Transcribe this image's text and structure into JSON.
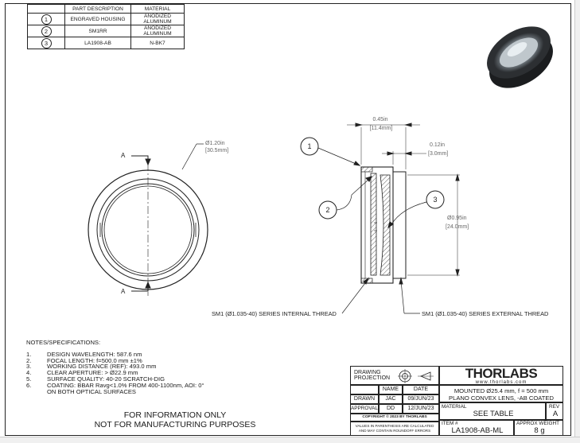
{
  "parts_table": {
    "headers": [
      "",
      "PART DESCRIPTION",
      "MATERIAL"
    ],
    "rows": [
      {
        "num": "1",
        "desc": "ENGRAVED HOUSING",
        "material": "ANODIZED ALUMINUM"
      },
      {
        "num": "2",
        "desc": "SM1RR",
        "material": "ANODIZED ALUMINUM"
      },
      {
        "num": "3",
        "desc": "LA1908-AB",
        "material": "N-BK7"
      }
    ]
  },
  "front_view": {
    "dim_in": "Ø1.20in",
    "dim_mm": "[30.5mm]",
    "section_label_top": "A",
    "section_label_bottom": "A"
  },
  "section_view": {
    "dim_top_in": "0.45in",
    "dim_top_mm": "[11.4mm]",
    "dim_small_in": "0.12in",
    "dim_small_mm": "[3.0mm]",
    "dim_dia_in": "Ø0.95in",
    "dim_dia_mm": "[24.0mm]",
    "callout_1": "1",
    "callout_2": "2",
    "callout_3": "3",
    "internal_thread": "SM1 (Ø1.035-40) SERIES INTERNAL THREAD",
    "external_thread": "SM1 (Ø1.035-40) SERIES EXTERNAL THREAD"
  },
  "notes": {
    "heading": "NOTES/SPECIFICATIONS:",
    "items": [
      {
        "n": "1.",
        "text": "DESIGN WAVELENGTH: 587.6 nm"
      },
      {
        "n": "2.",
        "text": "FOCAL LENGTH: f=500.0 mm ±1%"
      },
      {
        "n": "3.",
        "text": "WORKING DISTANCE (REF): 493.0 mm"
      },
      {
        "n": "4.",
        "text": "CLEAR APERTURE: > Ø22.9 mm"
      },
      {
        "n": "5.",
        "text": "SURFACE QUALITY: 40-20 SCRATCH-DIG"
      },
      {
        "n": "6.",
        "text": "COATING: BBAR Ravg<1.0% FROM 400-1100nm, AOI: 0°"
      },
      {
        "n": "",
        "text": "ON BOTH OPTICAL SURFACES"
      }
    ]
  },
  "footer": {
    "line1": "FOR INFORMATION ONLY",
    "line2": "NOT FOR MANUFACTURING PURPOSES"
  },
  "title_block": {
    "projection_label_1": "DRAWING",
    "projection_label_2": "PROJECTION",
    "name_header": "NAME",
    "date_header": "DATE",
    "drawn_label": "DRAWN",
    "drawn_name": "JAC",
    "drawn_date": "09/JUN/23",
    "approval_label": "APPROVAL",
    "approval_name": "DD",
    "approval_date": "12/JUN/23",
    "copyright": "COPYRIGHT © 2023 BY THORLABS",
    "values_note_1": "VALUES IN PARENTHESIS ARE CALCULATED",
    "values_note_2": "AND MAY CONTAIN ROUNDOFF ERRORS",
    "logo": "THORLABS",
    "website": "www.thorlabs.com",
    "title_1": "MOUNTED Ø25.4 mm, f = 500 mm",
    "title_2": "PLANO CONVEX LENS, -AB COATED",
    "material_label": "MATERIAL",
    "material_value": "SEE TABLE",
    "rev_label": "REV",
    "rev_value": "A",
    "item_label": "ITEM #",
    "item_value": "LA1908-AB-ML",
    "weight_label": "APPROX WEIGHT",
    "weight_value": "8 g"
  }
}
